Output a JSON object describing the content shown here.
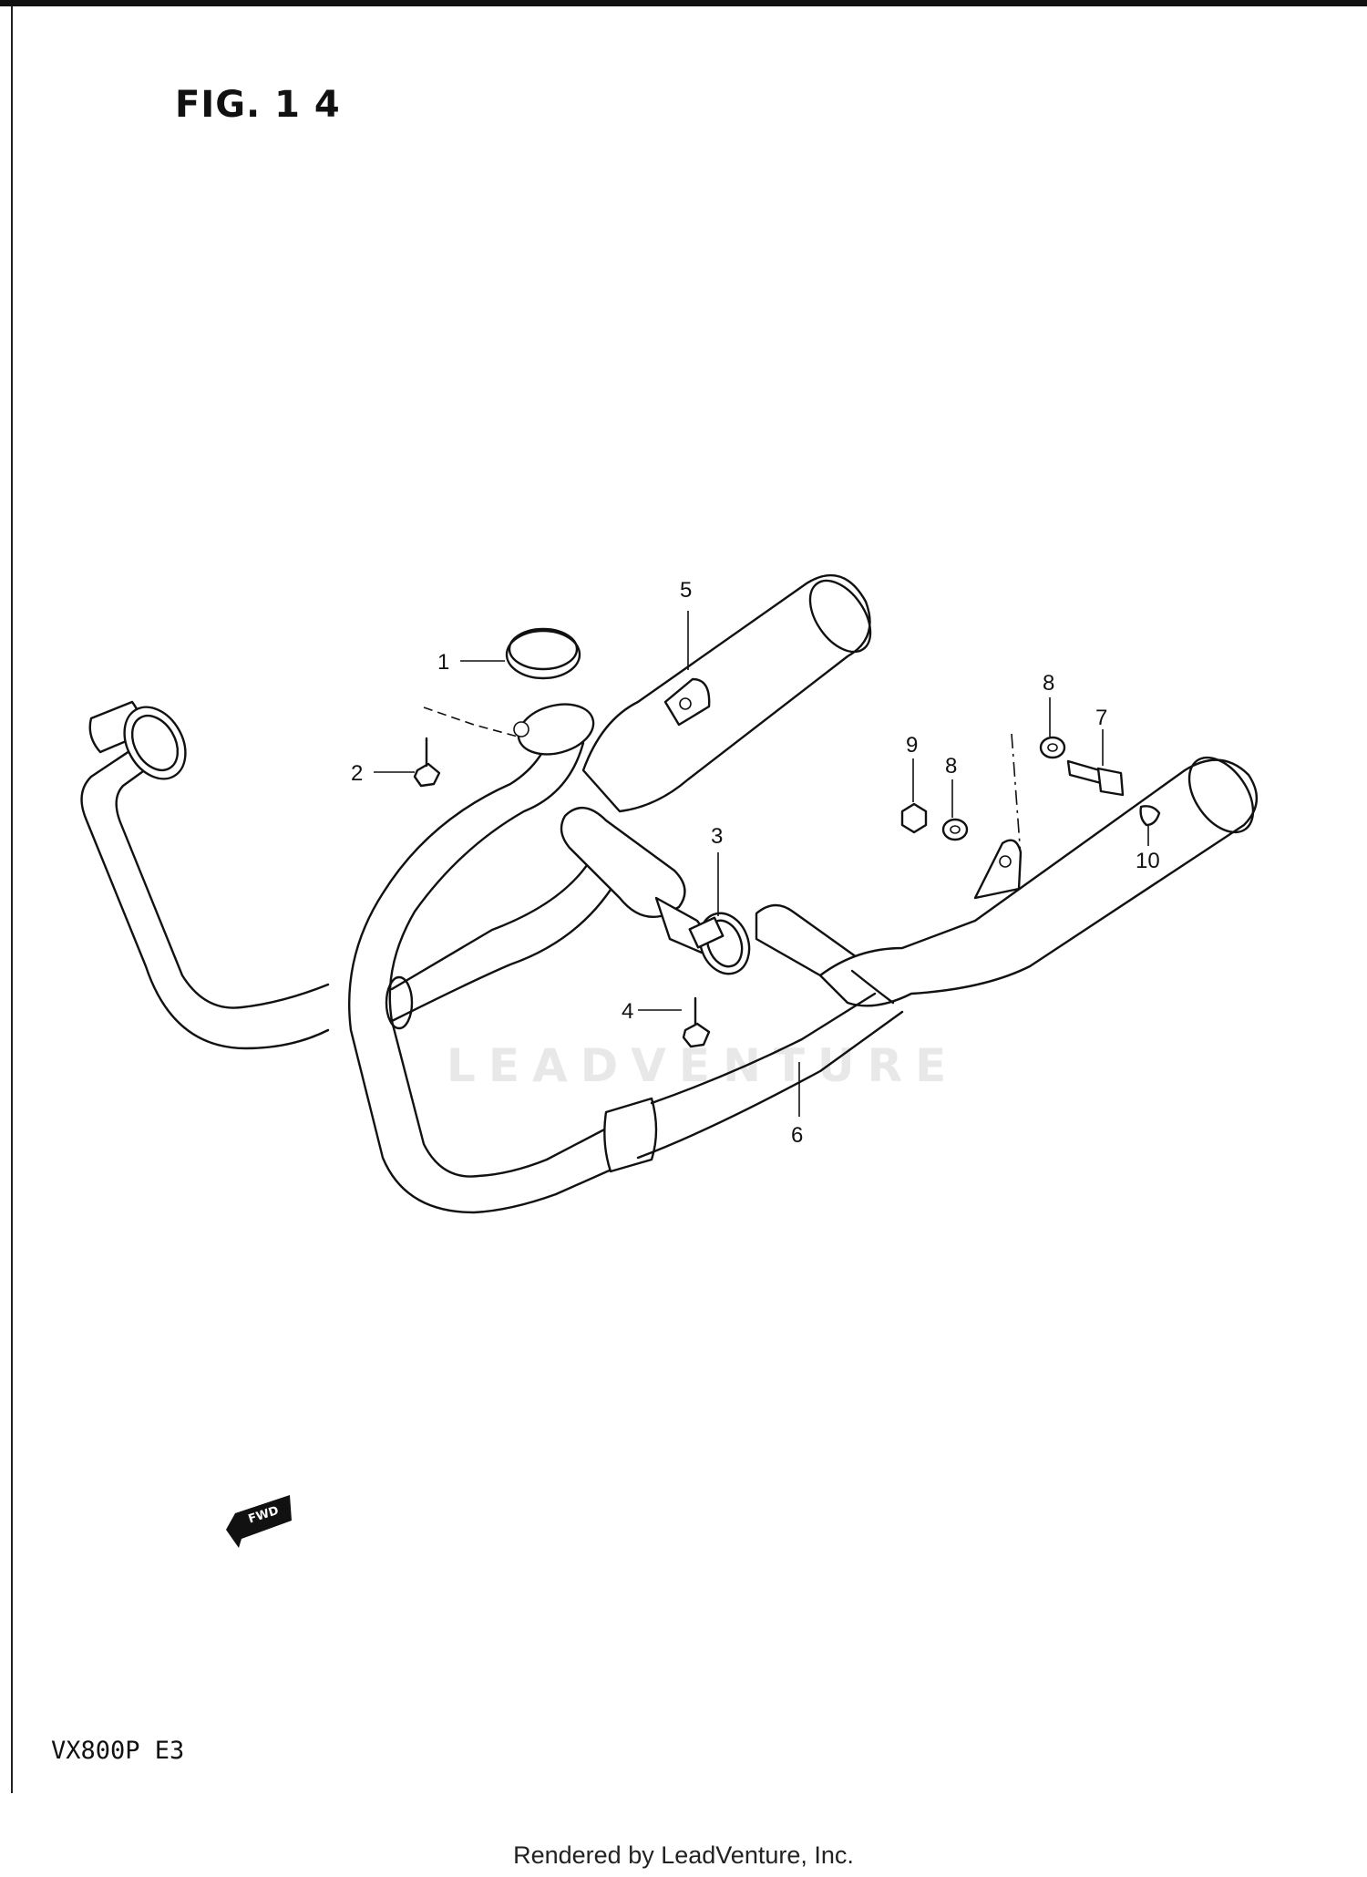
{
  "figure": {
    "title": "FIG. 1 4"
  },
  "model_code": "VX800P  E3",
  "watermark": "LEADVENTURE",
  "footer": "Rendered by LeadVenture, Inc.",
  "fwd_label": "FWD",
  "callouts": [
    "1",
    "2",
    "3",
    "4",
    "5",
    "6",
    "7",
    "8",
    "8",
    "9",
    "10"
  ]
}
